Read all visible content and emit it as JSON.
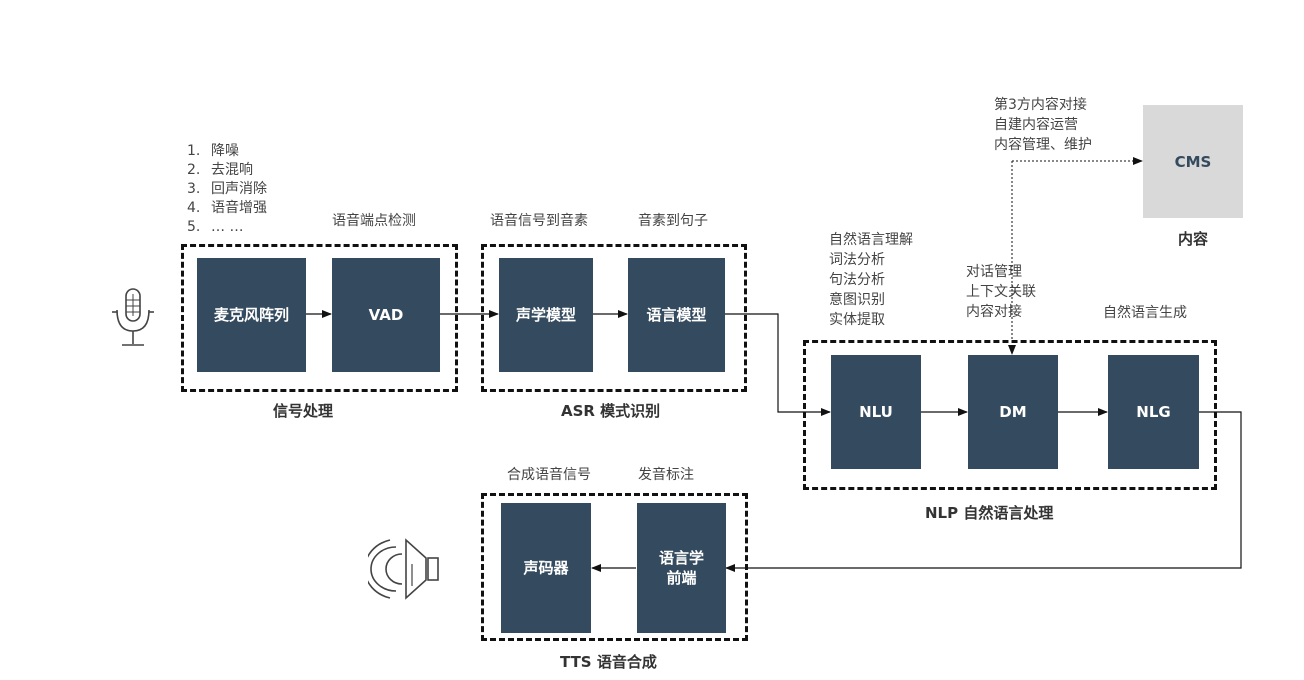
{
  "groups": {
    "signal": {
      "label": "信号处理"
    },
    "asr": {
      "label": "ASR 模式识别"
    },
    "nlp": {
      "label": "NLP 自然语言处理"
    },
    "tts": {
      "label": "TTS 语音合成"
    }
  },
  "nodes": {
    "mic_array": "麦克风阵列",
    "vad": "VAD",
    "acoustic_model": "声学模型",
    "language_model": "语言模型",
    "nlu": "NLU",
    "dm": "DM",
    "nlg": "NLG",
    "frontend": "语言学\n前端",
    "vocoder": "声码器",
    "cms": "CMS"
  },
  "annotations": {
    "signal_steps": [
      {
        "num": "1.",
        "text": "降噪"
      },
      {
        "num": "2.",
        "text": "去混响"
      },
      {
        "num": "3.",
        "text": "回声消除"
      },
      {
        "num": "4.",
        "text": "语音增强"
      },
      {
        "num": "5.",
        "text": "… …"
      }
    ],
    "vad": "语音端点检测",
    "acoustic": "语音信号到音素",
    "language": "音素到句子",
    "nlu": [
      "自然语言理解",
      "词法分析",
      "句法分析",
      "意图识别",
      "实体提取"
    ],
    "dm": [
      "对话管理",
      "上下文关联",
      "内容对接"
    ],
    "nlg": "自然语言生成",
    "cms": [
      "第3方内容对接",
      "自建内容运营",
      "内容管理、维护"
    ],
    "cms_caption": "内容",
    "vocoder": "合成语音信号",
    "frontend": "发音标注"
  },
  "icons": {
    "input": "microphone-icon",
    "output": "speaker-icon"
  },
  "colors": {
    "node": "#344a5e",
    "cms": "#d9d9d9",
    "line": "#111111"
  }
}
